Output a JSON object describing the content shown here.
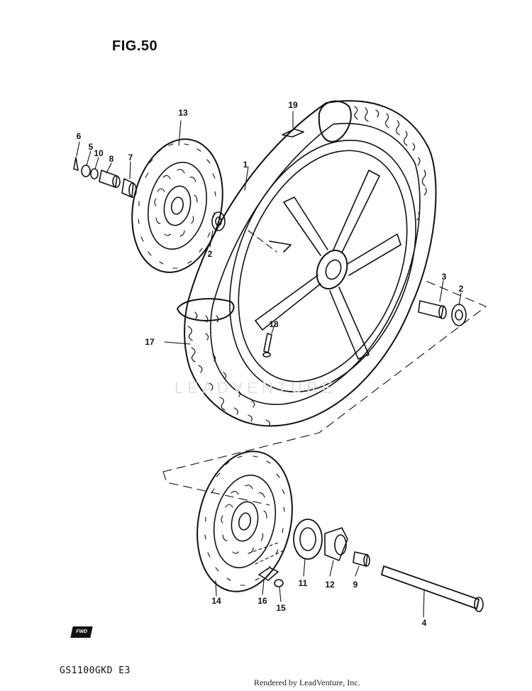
{
  "figure": {
    "title": "FIG.50",
    "model_code": "GS1100GKD E3",
    "render_credit": "Rendered by LeadVenture, Inc.",
    "watermark": "LEADVENTURE",
    "fwd_label": "FWD"
  },
  "callouts": {
    "c1": "1",
    "c2a": "2",
    "c2b": "2",
    "c3": "3",
    "c4": "4",
    "c5": "5",
    "c6": "6",
    "c7": "7",
    "c8": "8",
    "c9": "9",
    "c10": "10",
    "c11": "11",
    "c12": "12",
    "c13": "13",
    "c14": "14",
    "c15": "15",
    "c16": "16",
    "c17": "17",
    "c18": "18",
    "c19": "19"
  },
  "parts": [
    {
      "ref": "1",
      "part": "wheel-rim"
    },
    {
      "ref": "2",
      "part": "bearing"
    },
    {
      "ref": "3",
      "part": "spacer"
    },
    {
      "ref": "4",
      "part": "axle"
    },
    {
      "ref": "5",
      "part": "nut"
    },
    {
      "ref": "6",
      "part": "cotter-pin"
    },
    {
      "ref": "7",
      "part": "collar"
    },
    {
      "ref": "8",
      "part": "spacer"
    },
    {
      "ref": "9",
      "part": "collar"
    },
    {
      "ref": "10",
      "part": "washer"
    },
    {
      "ref": "11",
      "part": "dust-seal"
    },
    {
      "ref": "12",
      "part": "speedometer-gear-box"
    },
    {
      "ref": "13",
      "part": "brake-disc-left"
    },
    {
      "ref": "14",
      "part": "brake-disc-right"
    },
    {
      "ref": "15",
      "part": "bolt"
    },
    {
      "ref": "16",
      "part": "lock-washer"
    },
    {
      "ref": "17",
      "part": "tire"
    },
    {
      "ref": "18",
      "part": "valve"
    },
    {
      "ref": "19",
      "part": "rim-band"
    }
  ],
  "colors": {
    "ink": "#111111",
    "paper": "#ffffff",
    "watermark": "#e2e2e2"
  }
}
